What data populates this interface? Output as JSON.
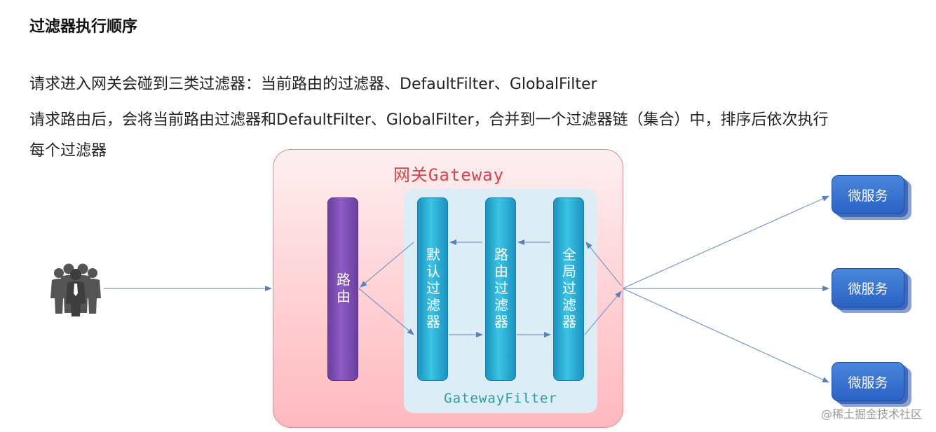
{
  "title": "过滤器执行顺序",
  "paragraphs": {
    "line1": "请求进入网关会碰到三类过滤器：当前路由的过滤器、DefaultFilter、GlobalFilter",
    "line2": "请求路由后，会将当前路由过滤器和DefaultFilter、GlobalFilter，合并到一个过滤器链（集合）中，排序后依次执行",
    "line3": "每个过滤器"
  },
  "diagram": {
    "gateway_label": "网关Gateway",
    "filter_group_label": "GatewayFilter",
    "route_label": "路由",
    "filters": [
      "默认过滤器",
      "路由过滤器",
      "全局过滤器"
    ],
    "microservices": [
      "微服务",
      "微服务",
      "微服务"
    ],
    "user_icon": "users-group-icon"
  },
  "watermark": "@稀土掘金技术社区",
  "colors": {
    "gateway_title": "#d5434c",
    "gateway_bg": "#ffd0d4",
    "filter_zone_bg": "#dcedf5",
    "route_pillar": "#7b4bb4",
    "filter_pillar": "#2bb0d8",
    "microservice": "#2a62c4",
    "arrow": "#5b7fbf"
  }
}
